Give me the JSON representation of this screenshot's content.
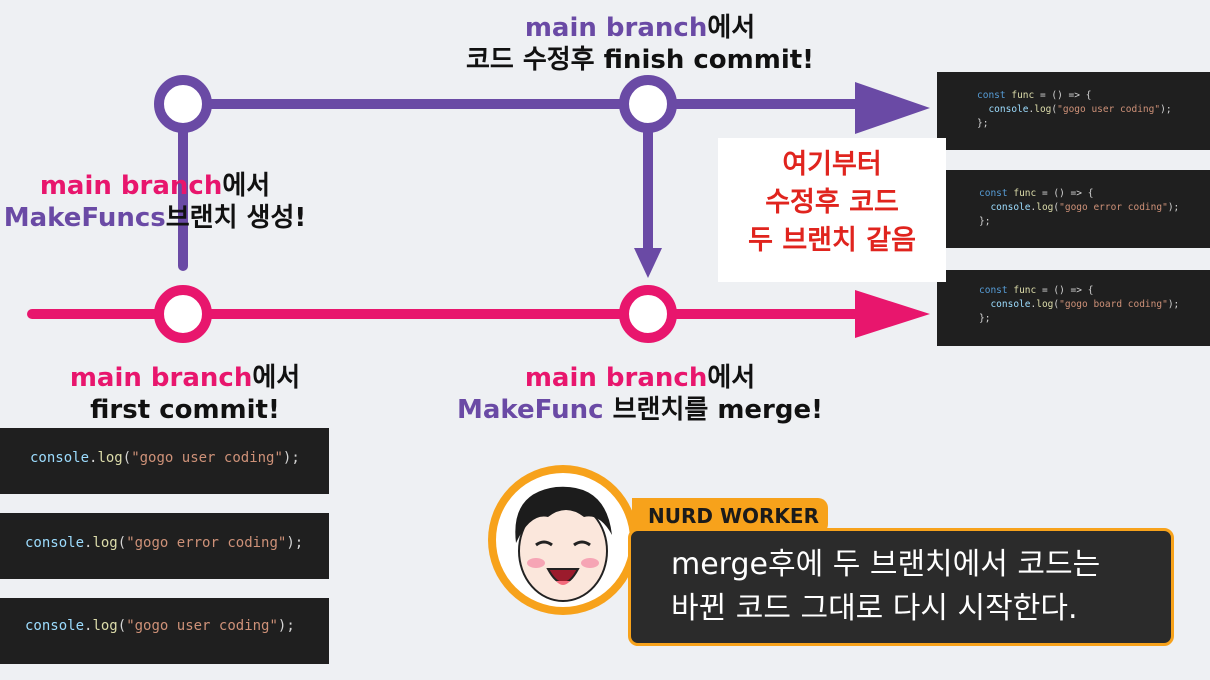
{
  "labels": {
    "top": {
      "line1_branch": "main branch",
      "line1_suffix": "에서",
      "line2": "코드 수정후 finish commit!"
    },
    "left": {
      "line1_branch": "main branch",
      "line1_suffix": "에서",
      "line2_branch": "MakeFuncs",
      "line2_suffix": "브랜치 생성!"
    },
    "bottom_left": {
      "line1_branch": "main branch",
      "line1_suffix": "에서",
      "line2": "first commit!"
    },
    "bottom_right": {
      "line1_branch": "main branch",
      "line1_suffix": "에서",
      "line2_branch": "MakeFunc",
      "line2_suffix": " 브랜치를 merge!"
    }
  },
  "note": {
    "line1": "여기부터",
    "line2": "수정후 코드",
    "line3": "두 브랜치 같음"
  },
  "code_left": [
    {
      "obj": "console",
      "fn": "log",
      "str": "\"gogo user coding\""
    },
    {
      "obj": "console",
      "fn": "log",
      "str": "\"gogo error coding\""
    },
    {
      "obj": "console",
      "fn": "log",
      "str": "\"gogo user coding\""
    }
  ],
  "code_right": {
    "head": {
      "kw": "const",
      "name": "func",
      "rest": " = () => {"
    },
    "close": "};",
    "items": [
      {
        "obj": "console",
        "fn": "log",
        "str": "\"gogo user coding\""
      },
      {
        "obj": "console",
        "fn": "log",
        "str": "\"gogo error coding\""
      },
      {
        "obj": "console",
        "fn": "log",
        "str": "\"gogo board coding\""
      }
    ]
  },
  "character": {
    "name": "NURD WORKER",
    "line1": "merge후에 두 브랜치에서 코드는",
    "line2": "바뀐 코드 그대로 다시 시작한다."
  },
  "colors": {
    "purple": "#6a4aa5",
    "pink": "#e8166d",
    "accent": "#f7a21b",
    "note_text": "#e0241e"
  }
}
